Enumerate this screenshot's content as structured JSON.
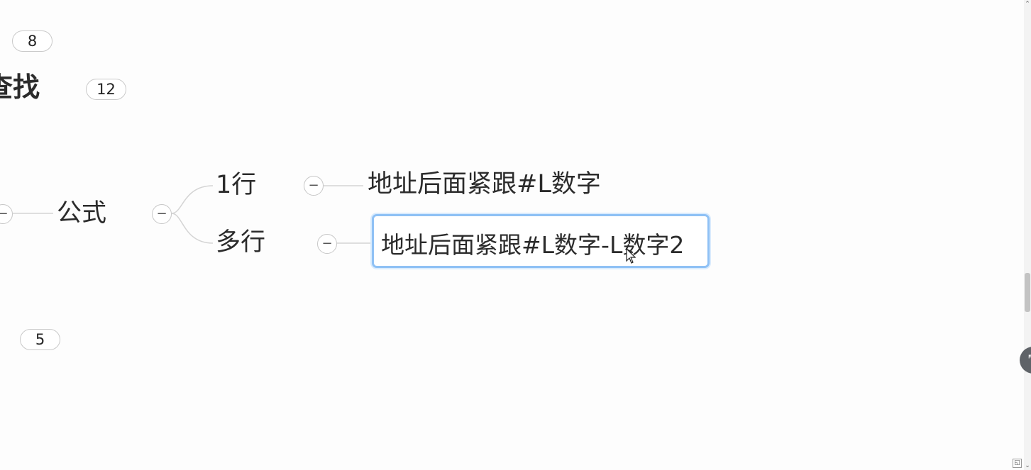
{
  "badges": {
    "top": "8",
    "second": "12",
    "bottom": "5"
  },
  "topics": {
    "partial_title": "查找",
    "formula": "公式",
    "single_line": "1行",
    "multi_line": "多行",
    "single_line_detail": "地址后面紧跟#L数字",
    "multi_line_detail": "地址后面紧跟#L数字-L数字2"
  },
  "icons": {
    "collapse": "collapse-minus-icon",
    "cursor": "mouse-cursor-icon",
    "floating": "floating-action-icon",
    "scroll_up": "chevron-up-icon",
    "scroll_down": "chevron-down-icon"
  },
  "symbols": {
    "collapse": "−",
    "scroll_up": "⌃",
    "scroll_down": "⌄",
    "floating": "⤡",
    "corner": "◱"
  },
  "colors": {
    "selection_border": "#8fc1f5",
    "line": "#d4d4d4",
    "background": "#fdfdfd"
  }
}
